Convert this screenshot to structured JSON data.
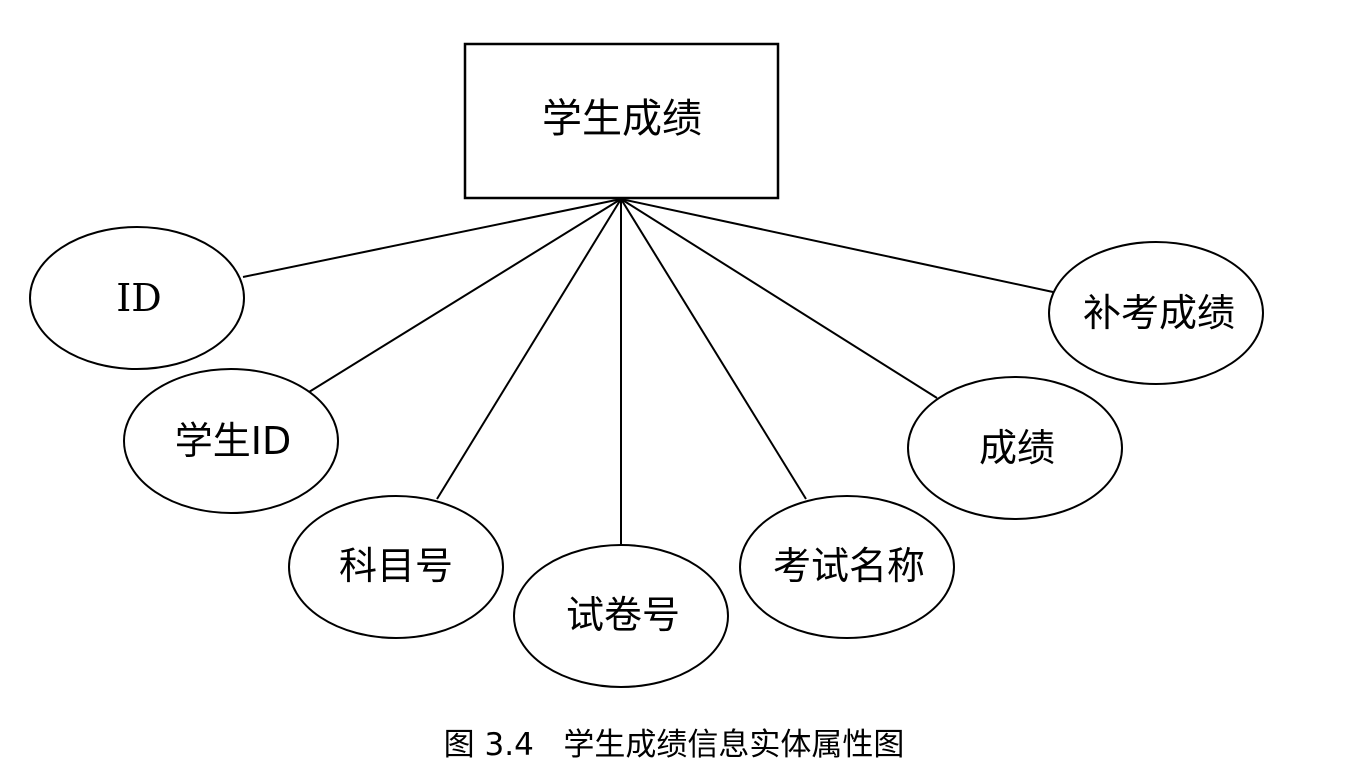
{
  "entity": {
    "label": "学生成绩"
  },
  "attributes": [
    {
      "label": "ID"
    },
    {
      "label": "学生ID"
    },
    {
      "label": "科目号"
    },
    {
      "label": "试卷号"
    },
    {
      "label": "考试名称"
    },
    {
      "label": "成绩"
    },
    {
      "label": "补考成绩"
    }
  ],
  "caption": {
    "figure_number": "图 3.4",
    "title": "学生成绩信息实体属性图"
  }
}
